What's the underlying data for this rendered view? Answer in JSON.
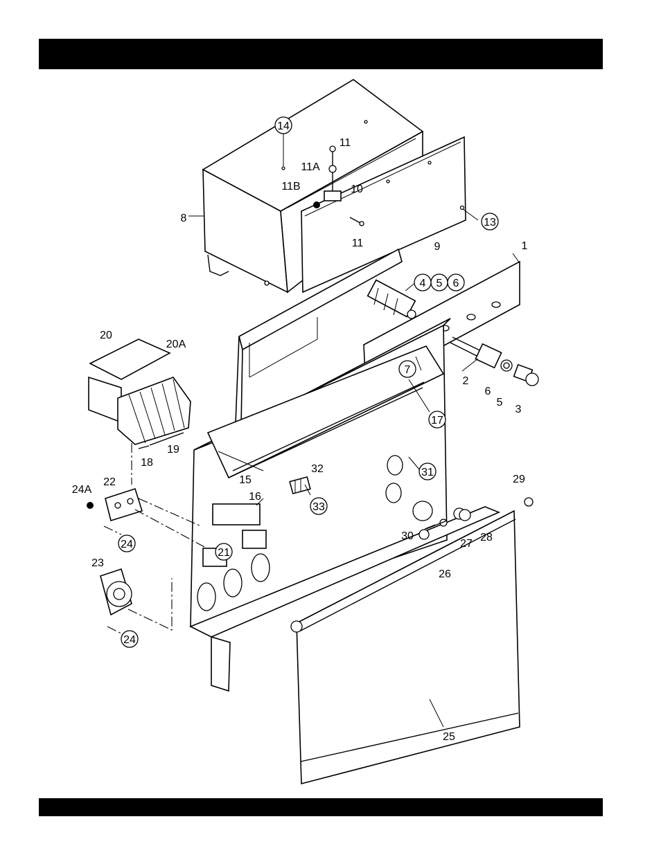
{
  "header_bar": "",
  "footer_bar": "",
  "callouts": [
    {
      "id": "c14",
      "text": "14",
      "circled": true
    },
    {
      "id": "c11a",
      "text": "11",
      "circled": false
    },
    {
      "id": "c11A",
      "text": "11A",
      "circled": false
    },
    {
      "id": "c11B",
      "text": "11B",
      "circled": false
    },
    {
      "id": "c10",
      "text": "10",
      "circled": false
    },
    {
      "id": "c8",
      "text": "8",
      "circled": false
    },
    {
      "id": "c11b",
      "text": "11",
      "circled": false
    },
    {
      "id": "c13",
      "text": "13",
      "circled": true
    },
    {
      "id": "c9",
      "text": "9",
      "circled": false
    },
    {
      "id": "c1",
      "text": "1",
      "circled": false
    },
    {
      "id": "c4",
      "text": "4",
      "circled": true
    },
    {
      "id": "c5",
      "text": "5",
      "circled": true
    },
    {
      "id": "c6",
      "text": "6",
      "circled": true
    },
    {
      "id": "c20",
      "text": "20",
      "circled": false
    },
    {
      "id": "c20A",
      "text": "20A",
      "circled": false
    },
    {
      "id": "c7",
      "text": "7",
      "circled": true
    },
    {
      "id": "c2",
      "text": "2",
      "circled": false
    },
    {
      "id": "c6b",
      "text": "6",
      "circled": false
    },
    {
      "id": "c5b",
      "text": "5",
      "circled": false
    },
    {
      "id": "c3",
      "text": "3",
      "circled": false
    },
    {
      "id": "c17",
      "text": "17",
      "circled": true
    },
    {
      "id": "c18",
      "text": "18",
      "circled": false
    },
    {
      "id": "c19",
      "text": "19",
      "circled": false
    },
    {
      "id": "c15",
      "text": "15",
      "circled": false
    },
    {
      "id": "c32",
      "text": "32",
      "circled": false
    },
    {
      "id": "c31",
      "text": "31",
      "circled": true
    },
    {
      "id": "c24A",
      "text": "24A",
      "circled": false
    },
    {
      "id": "c22",
      "text": "22",
      "circled": false
    },
    {
      "id": "c16",
      "text": "16",
      "circled": false
    },
    {
      "id": "c33",
      "text": "33",
      "circled": true
    },
    {
      "id": "c29",
      "text": "29",
      "circled": false
    },
    {
      "id": "c24a",
      "text": "24",
      "circled": true
    },
    {
      "id": "c21",
      "text": "21",
      "circled": true
    },
    {
      "id": "c30",
      "text": "30",
      "circled": false
    },
    {
      "id": "c27",
      "text": "27",
      "circled": false
    },
    {
      "id": "c28",
      "text": "28",
      "circled": false
    },
    {
      "id": "c26",
      "text": "26",
      "circled": false
    },
    {
      "id": "c23",
      "text": "23",
      "circled": false
    },
    {
      "id": "c24b",
      "text": "24",
      "circled": true
    },
    {
      "id": "c25",
      "text": "25",
      "circled": false
    }
  ]
}
